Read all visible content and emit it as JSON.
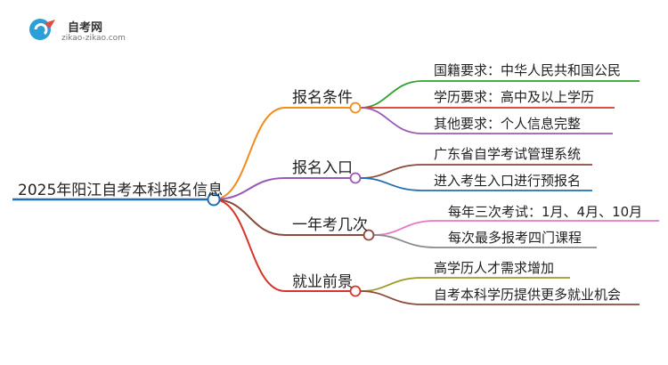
{
  "logo": {
    "title": "自考网",
    "url": "zikao-zikao.com"
  },
  "root": {
    "label": "2025年阳江自考本科报名信息",
    "color": "#1f6fb5"
  },
  "branches": [
    {
      "label": "报名条件",
      "color": "#f28c1b",
      "children": [
        {
          "label": "国籍要求：中华人民共和国公民",
          "color": "#2aa42a"
        },
        {
          "label": "学历要求：高中及以上学历",
          "color": "#d9342b"
        },
        {
          "label": "其他要求：个人信息完整",
          "color": "#9b59b6"
        }
      ]
    },
    {
      "label": "报名入口",
      "color": "#9b59b6",
      "children": [
        {
          "label": "广东省自学考试管理系统",
          "color": "#8b4a3c"
        },
        {
          "label": "进入考生入口进行预报名",
          "color": "#1f6fb5"
        }
      ]
    },
    {
      "label": "一年考几次",
      "color": "#8b4a3c",
      "children": [
        {
          "label": "每年三次考试：1月、4月、10月",
          "color": "#e877c5"
        },
        {
          "label": "每次最多报考四门课程",
          "color": "#8a8a8a"
        }
      ]
    },
    {
      "label": "就业前景",
      "color": "#d9342b",
      "children": [
        {
          "label": "高学历人才需求增加",
          "color": "#9b9b2a"
        },
        {
          "label": "自考本科学历提供更多就业机会",
          "color": "#8b4a3c"
        }
      ]
    }
  ]
}
